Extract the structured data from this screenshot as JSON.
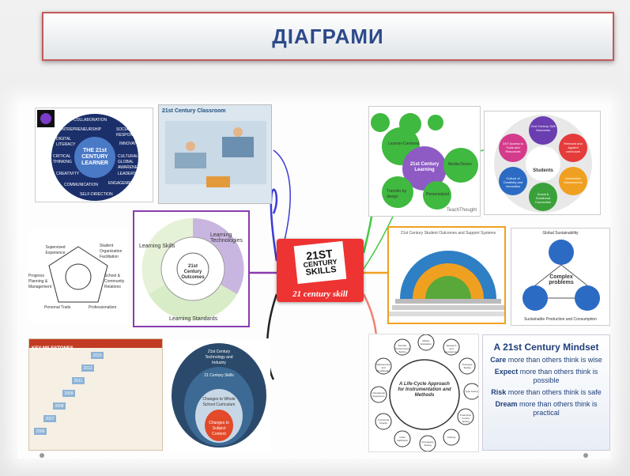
{
  "title": "ДІАГРАМИ",
  "center": {
    "logo_line1": "21ST",
    "logo_line2": "CENTURY",
    "logo_line3": "SKILLS",
    "caption": "21 century skill"
  },
  "skills_wheel": {
    "center": "THE 21st CENTURY LEARNER",
    "items": [
      "COLLABORATION",
      "SOCIAL RESPONSIBILITY",
      "INNOVATION",
      "CULTURAL & GLOBAL AWARENESS",
      "LEADERSHIP",
      "ENGAGEMENT",
      "SELF-DIRECTION",
      "COMMUNICATION",
      "CREATIVITY",
      "CRITICAL THINKING",
      "DIGITAL LITERACY",
      "ENTREPRENEURSHIP"
    ]
  },
  "classroom": {
    "title": "21st Century Classroom"
  },
  "outcomes_diagram": {
    "center": "21st Century Outcomes",
    "segments": [
      "Learning Skills",
      "Learning Technologies",
      "Learning Standards"
    ]
  },
  "learning_bubbles": {
    "center": "21st Century Learning",
    "bubbles": [
      "Learner-Centered",
      "Media-Driven",
      "Personalized",
      "Transfer by design"
    ],
    "footer": "TeachThought"
  },
  "student_outcomes": {
    "center": "Students",
    "items": [
      "21st Century Skill Outcomes",
      "Relevant and Applied curriculum",
      "Informative Assessments",
      "Social & Emotional Connection",
      "Culture of Creativity and Innovation",
      "24/7 Access to Tools and Resources"
    ]
  },
  "support_systems": {
    "title": "21st Century Student Outcomes and Support Systems"
  },
  "sustainability": {
    "top": "Global Sustainability",
    "center": "Complex problems",
    "bottom": "Sustainable Production and Consumption"
  },
  "pentagon": {
    "items": [
      "Supervised Experience",
      "Progress Planning & Management",
      "Personal Traits",
      "Professionalism",
      "School & Community Relations",
      "Student Organization Facilitation"
    ]
  },
  "milestones": {
    "title": "KEY MILESTONES",
    "years": [
      "2006",
      "2007",
      "2008",
      "2009",
      "2011",
      "2012",
      "2015"
    ]
  },
  "onion": {
    "layers": [
      "21st Century Technology and Industry",
      "21 Century Skills",
      "Changes to Whole School Curriculum",
      "Changes to Subject Content"
    ]
  },
  "lifecycle": {
    "center": "A Life-Cycle Approach for Instrumentation and Methods",
    "items": [
      "Periodic Performance Testing",
      "Master Evaluation",
      "Research and Development",
      "Prototype Testing",
      "Type Testing",
      "Production Control Testing",
      "Training",
      "Acceptance Testing",
      "Initial Calibration",
      "Functional Checks",
      "Operational Experience",
      "Maintenance and Recalibration"
    ]
  },
  "mindset": {
    "heading": "A 21st Century Mindset",
    "lines": [
      {
        "bold": "Care",
        "rest": "more than others think is wise"
      },
      {
        "bold": "Expect",
        "rest": "more than others think is possible"
      },
      {
        "bold": "Risk",
        "rest": "more than others think is safe"
      },
      {
        "bold": "Dream",
        "rest": "more than others think is practical"
      }
    ]
  },
  "colors": {
    "accent_red": "#e33333",
    "title_blue": "#2d4a8a",
    "branch_blue": "#3b3bd6",
    "branch_green": "#44c844",
    "branch_purple": "#8a3bb0",
    "branch_orange": "#f0a020",
    "branch_black": "#222222",
    "branch_salmon": "#f08070"
  }
}
